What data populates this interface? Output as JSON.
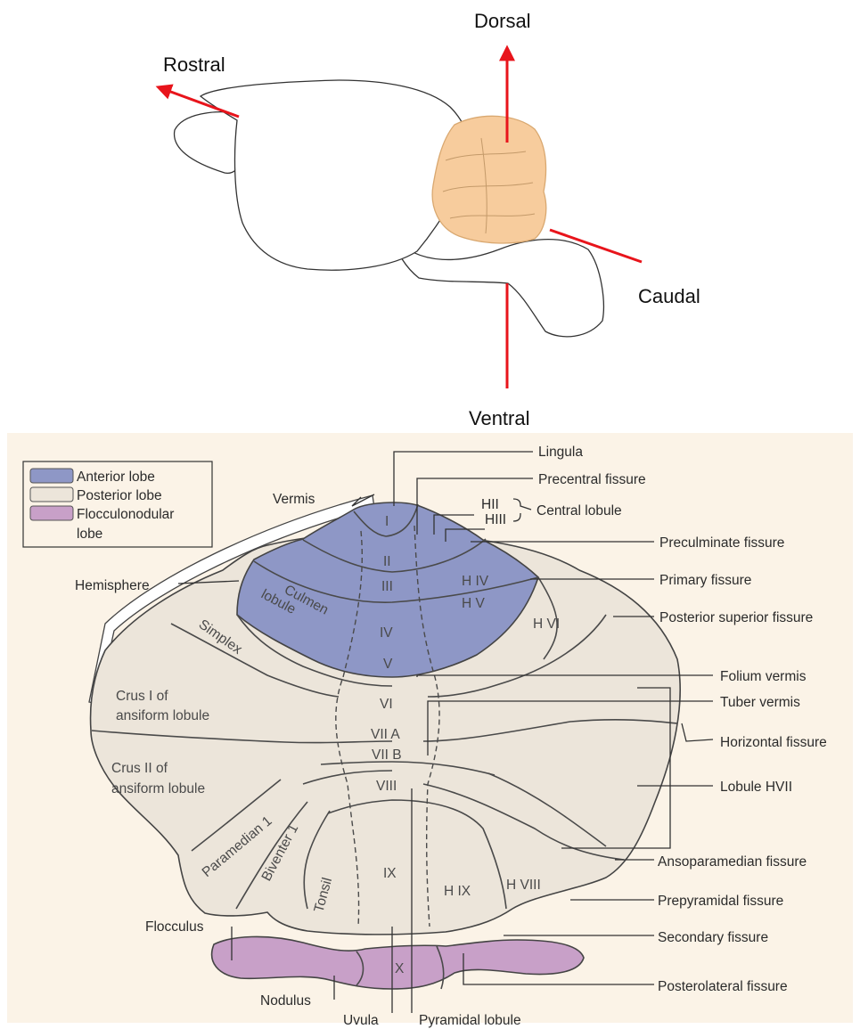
{
  "orientation": {
    "rostral": "Rostral",
    "dorsal": "Dorsal",
    "caudal": "Caudal",
    "ventral": "Ventral",
    "arrow_color": "#e8141b",
    "cerebellum_color": "#f7cc9d"
  },
  "legend": {
    "anterior": "Anterior lobe",
    "posterior": "Posterior lobe",
    "flocculonodular_line1": "Flocculonodular",
    "flocculonodular_line2": "lobe",
    "colors": {
      "anterior": "#8e97c6",
      "posterior": "#ece5da",
      "flocculonodular": "#c8a0c8",
      "background": "#fbf3e7"
    }
  },
  "labels": {
    "vermis": "Vermis",
    "hemisphere": "Hemisphere",
    "lingula": "Lingula",
    "precentral_fissure": "Precentral fissure",
    "hii": "HII",
    "hiii": "HIII",
    "central_lobule": "Central lobule",
    "preculminate_fissure": "Preculminate fissure",
    "primary_fissure": "Primary fissure",
    "posterior_superior_fissure": "Posterior superior fissure",
    "folium_vermis": "Folium vermis",
    "tuber_vermis": "Tuber vermis",
    "horizontal_fissure": "Horizontal fissure",
    "lobule_hvii": "Lobule HVII",
    "ansoparamedian_fissure": "Ansoparamedian fissure",
    "prepyramidal_fissure": "Prepyramidal fissure",
    "secondary_fissure": "Secondary fissure",
    "posterolateral_fissure": "Posterolateral fissure",
    "flocculus": "Flocculus",
    "nodulus": "Nodulus",
    "uvula": "Uvula",
    "pyramidal_lobule": "Pyramidal lobule"
  },
  "regions": {
    "i": "I",
    "ii": "II",
    "iii": "III",
    "iv": "IV",
    "v": "V",
    "vi": "VI",
    "viia": "VII A",
    "viib": "VII B",
    "viii": "VIII",
    "ix": "IX",
    "x": "X",
    "hiv": "H IV",
    "hv": "H V",
    "hvi": "H VI",
    "hix": "H IX",
    "hviii": "H VIII",
    "culmen_1": "Culmen",
    "culmen_2": "lobule",
    "simplex": "Simplex",
    "crus1_1": "Crus I of",
    "crus1_2": "ansiform lobule",
    "crus2_1": "Crus II of",
    "crus2_2": "ansiform lobule",
    "paramedian": "Paramedian 1",
    "biventer": "Biventer 1",
    "tonsil": "Tonsil"
  }
}
